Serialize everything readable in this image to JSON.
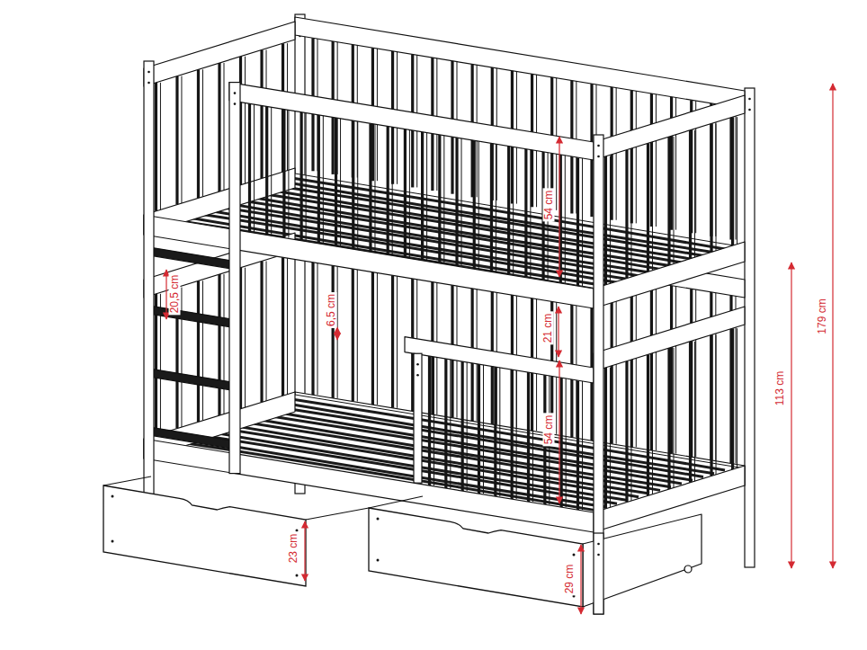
{
  "diagram": {
    "labels": [
      "54 cm",
      "20,5 cm",
      "6,5 cm",
      "21 cm",
      "54 cm",
      "113 cm",
      "179 cm",
      "23 cm",
      "29 cm"
    ]
  }
}
